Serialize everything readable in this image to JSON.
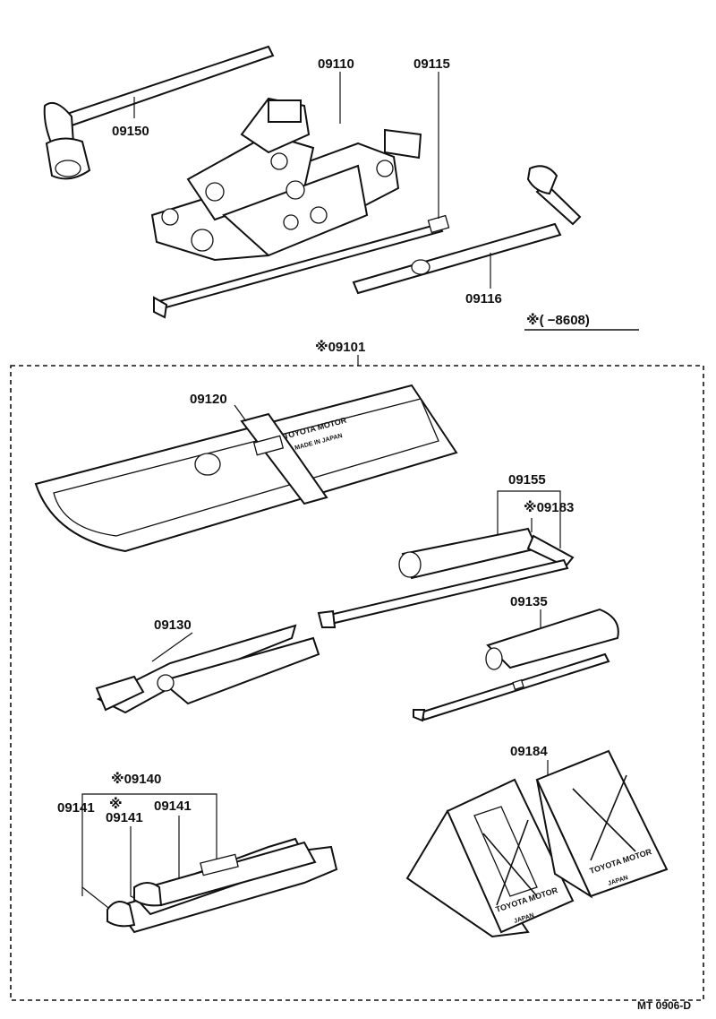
{
  "labels": {
    "p09110": "09110",
    "p09115": "09115",
    "p09150": "09150",
    "p09116": "09116",
    "note_range": "※(      −8608)",
    "p09101": "※09101",
    "p09120": "09120",
    "p09155": "09155",
    "p09183": "※09183",
    "p09135": "09135",
    "p09130": "09130",
    "p09184": "09184",
    "p09140": "※09140",
    "p09141a": "09141",
    "p09141b": "※",
    "p09141c": "09141",
    "p09141d": "09141",
    "bag_brand": "TOYOTA MOTOR",
    "bag_sub": "MADE IN JAPAN",
    "chock_brand_1": "TOYOTA MOTOR",
    "chock_sub_1": "JAPAN",
    "chock_brand_2": "TOYOTA MOTOR",
    "chock_sub_2": "JAPAN",
    "footer": "MT  0906-D"
  }
}
